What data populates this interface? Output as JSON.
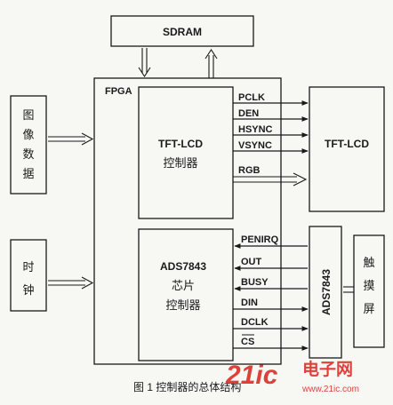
{
  "blocks": {
    "sdram": "SDRAM",
    "fpga": "FPGA",
    "image_data": [
      "图",
      "像",
      "数",
      "据"
    ],
    "clock": [
      "时",
      "钟"
    ],
    "tft_controller": [
      "TFT-LCD",
      "控制器"
    ],
    "tft_lcd": "TFT-LCD",
    "ads_controller": [
      "ADS7843",
      "芯片",
      "控制器"
    ],
    "ads_chip": "ADS7843",
    "touch_screen": [
      "触",
      "摸",
      "屏"
    ]
  },
  "tft_signals": [
    "PCLK",
    "DEN",
    "HSYNC",
    "VSYNC",
    "RGB"
  ],
  "ads_signals": [
    "PENIRQ",
    "OUT",
    "BUSY",
    "DIN",
    "DCLK",
    "CS"
  ],
  "caption": "图 1  控制器的总体结构",
  "watermark": {
    "logo": "21ic",
    "site": "电子网",
    "url": "www.21ic.com"
  },
  "colors": {
    "ink": "#1a1a1a",
    "background": "#f7f7f4",
    "watermark_red": "#d9342b"
  }
}
